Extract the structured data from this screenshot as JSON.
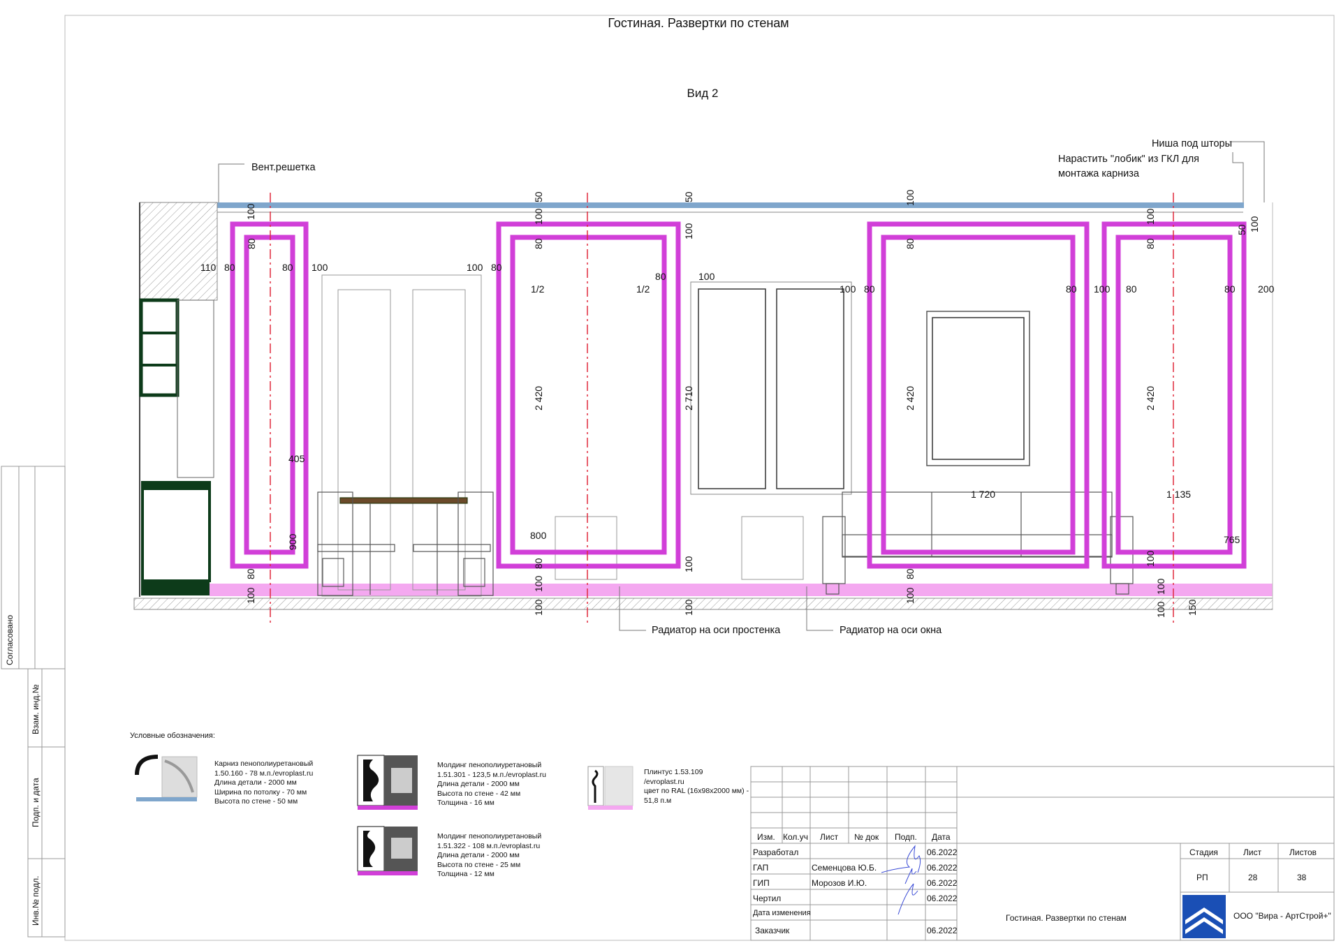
{
  "sheet_title": "Гостиная. Развертки по стенам",
  "view_title": "Вид 2",
  "callouts": {
    "vent": "Вент.решетка",
    "niche": "Ниша под шторы",
    "build_up_1": "Нарастить \"лобик\" из ГКЛ для",
    "build_up_2": "монтажа карниза",
    "radiator_pier": "Радиатор на оси простенка",
    "radiator_window": "Радиатор на оси окна"
  },
  "dimensions": [
    "100",
    "80",
    "110",
    "80",
    "80",
    "100",
    "100",
    "80",
    "50",
    "100",
    "80",
    "1/2",
    "1/2",
    "80",
    "100",
    "50",
    "100",
    "100",
    "80",
    "80",
    "100",
    "80",
    "100",
    "80",
    "100",
    "80",
    "80",
    "200",
    "50",
    "100",
    "2 420",
    "2 710",
    "2 420",
    "2 420",
    "405",
    "900",
    "800",
    "1 720",
    "1 135",
    "765",
    "80",
    "100",
    "100",
    "80",
    "100",
    "100",
    "80",
    "100",
    "100",
    "100",
    "100",
    "100",
    "150"
  ],
  "side_stamp": {
    "agreed": "Согласовано",
    "replaced_inv": "Взам. инд.№",
    "sign_date": "Подп. и дата",
    "inv_orig": "Инв.№ подл."
  },
  "legend": {
    "heading": "Условные обозначения:",
    "items": [
      {
        "icon": "cornice-profile-icon",
        "lines": [
          "Карниз пенополиуретановый",
          "1.50.160 - 78 м.п./evroplast.ru",
          "Длина детали - 2000 мм",
          "Ширина по потолку - 70 мм",
          "Высота по стене - 50 мм"
        ],
        "color": "#7fa6cc"
      },
      {
        "icon": "molding-profile-icon",
        "lines": [
          "Молдинг пенополиуретановый",
          "1.51.301 - 123,5 м.п./evroplast.ru",
          "Длина детали - 2000 мм",
          "Высота по стене - 42 мм",
          "Толщина - 16 мм"
        ],
        "color": "#d13fd8"
      },
      {
        "icon": "molding-small-profile-icon",
        "lines": [
          "Молдинг пенополиуретановый",
          "1.51.322 - 108 м.п./evroplast.ru",
          "Длина детали - 2000 мм",
          "Высота по стене - 25 мм",
          "Толщина - 12 мм"
        ],
        "color": "#d13fd8"
      },
      {
        "icon": "skirting-profile-icon",
        "lines": [
          "Плинтус 1.53.109",
          "/evroplast.ru",
          "цвет по RAL (16х98х2000 мм) -",
          "51,8 п.м"
        ],
        "color": "#f4a8f0"
      }
    ]
  },
  "title_block": {
    "headers": [
      "Изм.",
      "Кол.уч",
      "Лист",
      "№ док",
      "Подп.",
      "Дата"
    ],
    "rows": [
      {
        "role": "Разработал",
        "name": "",
        "date": "06.2022"
      },
      {
        "role": "ГАП",
        "name": "Семенцова Ю.Б.",
        "date": "06.2022"
      },
      {
        "role": "ГИП",
        "name": "Морозов И.Ю.",
        "date": "06.2022"
      },
      {
        "role": "Чертил",
        "name": "",
        "date": "06.2022"
      },
      {
        "role": "Дата изменения",
        "name": "",
        "date": ""
      },
      {
        "role": "Заказчик",
        "name": "",
        "date": "06.2022"
      }
    ],
    "drawing_name": "Гостиная. Развертки по стенам",
    "stage_label": "Стадия",
    "sheet_label": "Лист",
    "sheets_label": "Листов",
    "stage": "РП",
    "sheet": "28",
    "sheets": "38",
    "company": "ООО \"Вира - АртСтрой+\""
  },
  "colors": {
    "molding": "#d13fd8",
    "skirting": "#f4a8f0",
    "cornice": "#7fa6cc",
    "axis": "#e0283c",
    "furniture": "#0d3b1a"
  }
}
